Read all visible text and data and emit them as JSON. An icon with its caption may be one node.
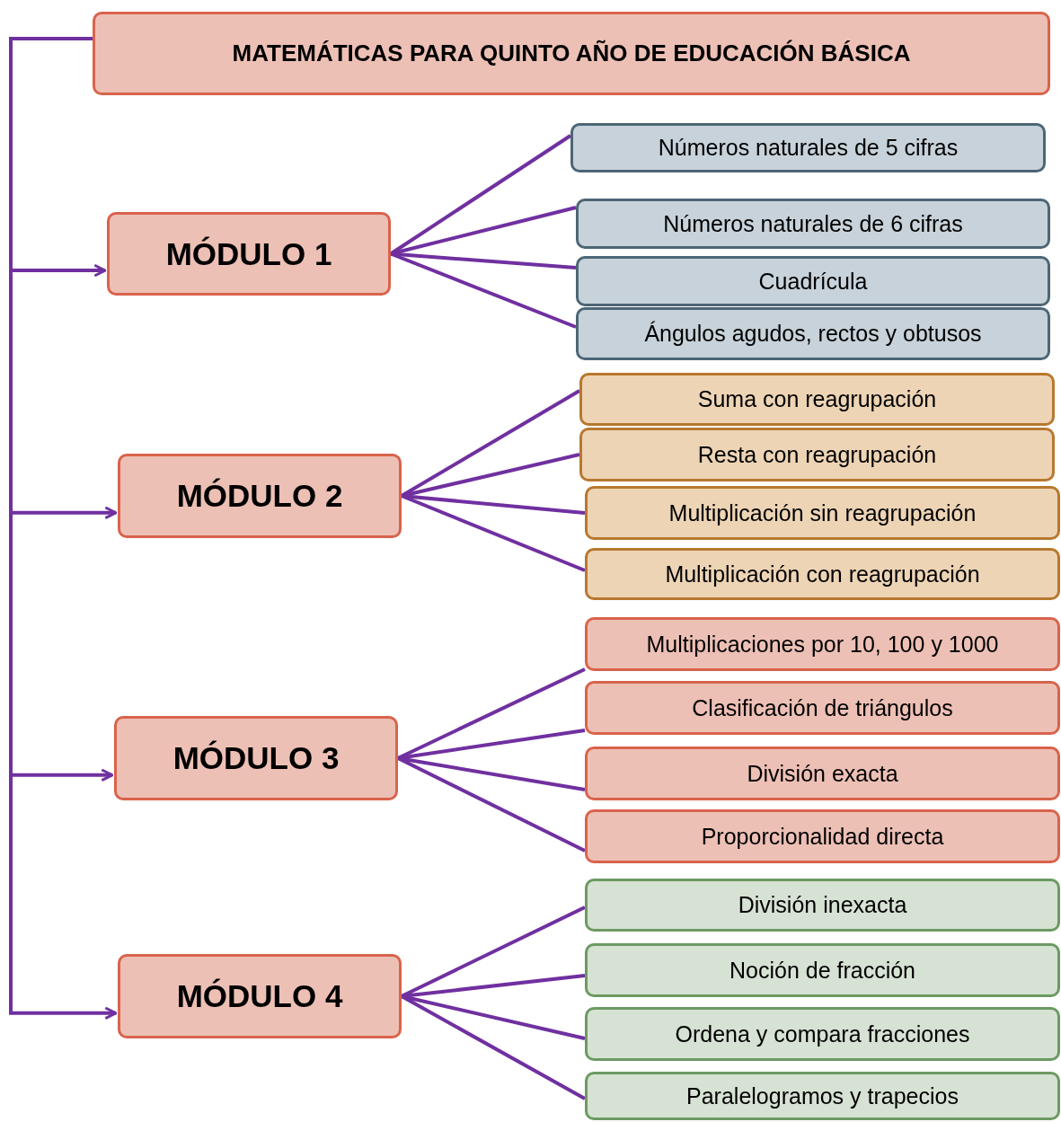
{
  "diagram": {
    "nodes": [
      {
        "text": [
          "MATEMÁTICAS PARA QUINTO AÑO DE EDUCACIÓN BÁSICA"
        ]
      },
      {
        "text": [
          "MÓDULO 1"
        ]
      },
      {
        "text": [
          "MÓDULO 2"
        ]
      },
      {
        "text": [
          "MÓDULO 3"
        ]
      },
      {
        "text": [
          "MÓDULO 4"
        ]
      },
      {
        "text": [
          "Números naturales de 5 cifras"
        ]
      },
      {
        "text": [
          "Números naturales de 6 cifras"
        ]
      },
      {
        "text": [
          "Cuadrícula"
        ]
      },
      {
        "text": [
          "Ángulos agudos, rectos y obtusos"
        ]
      },
      {
        "text": [
          "Suma con reagrupación"
        ]
      },
      {
        "text": [
          "Resta con reagrupación"
        ]
      },
      {
        "text": [
          "Multiplicación sin reagrupación"
        ]
      },
      {
        "text": [
          "Multiplicación con reagrupación"
        ]
      },
      {
        "text": [
          "Multiplicaciones por 10, 100 y 1000"
        ]
      },
      {
        "text": [
          "Clasificación de triángulos"
        ]
      },
      {
        "text": [
          "División exacta"
        ]
      },
      {
        "text": [
          "Proporcionalidad directa"
        ]
      },
      {
        "text": [
          "División inexacta"
        ]
      },
      {
        "text": [
          "Noción de fracción"
        ]
      },
      {
        "text": [
          "Ordena y compara fracciones"
        ]
      },
      {
        "text": [
          "Paralelogramos y trapecios"
        ]
      }
    ],
    "edges": [
      {
        "from": 0,
        "to": 1,
        "arrow": "to"
      },
      {
        "from": 0,
        "to": 2,
        "arrow": "to"
      },
      {
        "from": 0,
        "to": 3,
        "arrow": "to"
      },
      {
        "from": 0,
        "to": 4,
        "arrow": "to"
      },
      {
        "from": 1,
        "to": 5,
        "arrow": "none"
      },
      {
        "from": 1,
        "to": 6,
        "arrow": "none"
      },
      {
        "from": 1,
        "to": 7,
        "arrow": "none"
      },
      {
        "from": 1,
        "to": 8,
        "arrow": "none"
      },
      {
        "from": 2,
        "to": 9,
        "arrow": "none"
      },
      {
        "from": 2,
        "to": 10,
        "arrow": "none"
      },
      {
        "from": 2,
        "to": 11,
        "arrow": "none"
      },
      {
        "from": 2,
        "to": 12,
        "arrow": "none"
      },
      {
        "from": 3,
        "to": 13,
        "arrow": "none"
      },
      {
        "from": 3,
        "to": 14,
        "arrow": "none"
      },
      {
        "from": 3,
        "to": 15,
        "arrow": "none"
      },
      {
        "from": 3,
        "to": 16,
        "arrow": "none"
      },
      {
        "from": 4,
        "to": 17,
        "arrow": "none"
      },
      {
        "from": 4,
        "to": 18,
        "arrow": "none"
      },
      {
        "from": 4,
        "to": 19,
        "arrow": "none"
      },
      {
        "from": 4,
        "to": 20,
        "arrow": "none"
      }
    ]
  }
}
